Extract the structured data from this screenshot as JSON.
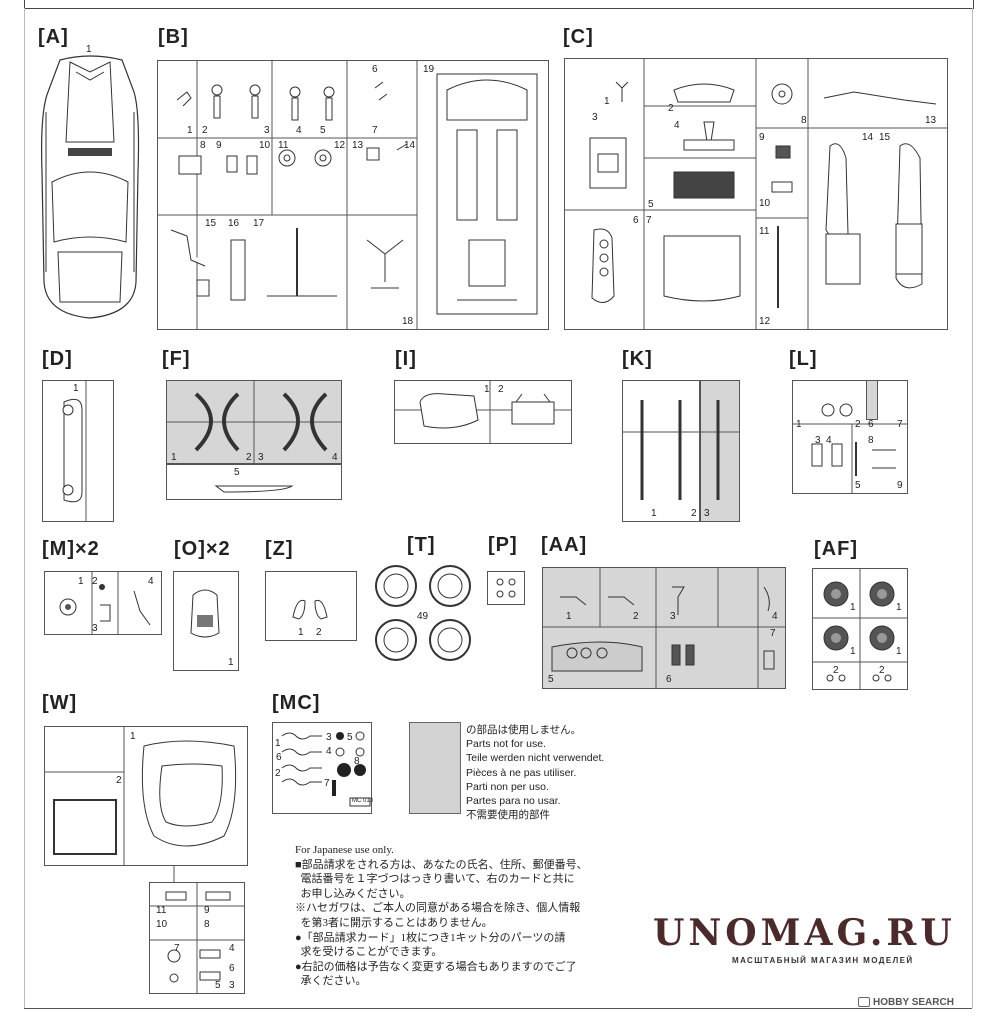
{
  "sections": {
    "A": {
      "label": "[A]",
      "parts": [
        "1"
      ]
    },
    "B": {
      "label": "[B]",
      "parts": [
        "1",
        "2",
        "3",
        "4",
        "5",
        "6",
        "7",
        "8",
        "9",
        "10",
        "11",
        "12",
        "13",
        "14",
        "15",
        "16",
        "17",
        "18",
        "19"
      ]
    },
    "C": {
      "label": "[C]",
      "parts": [
        "1",
        "2",
        "3",
        "4",
        "5",
        "6",
        "7",
        "8",
        "9",
        "10",
        "11",
        "12",
        "13",
        "14",
        "15"
      ]
    },
    "D": {
      "label": "[D]",
      "parts": [
        "1"
      ]
    },
    "F": {
      "label": "[F]",
      "parts": [
        "1",
        "2",
        "3",
        "4",
        "5"
      ]
    },
    "I": {
      "label": "[I]",
      "parts": [
        "1",
        "2"
      ]
    },
    "K": {
      "label": "[K]",
      "parts": [
        "1",
        "2",
        "3"
      ]
    },
    "L": {
      "label": "[L]",
      "parts": [
        "1",
        "2",
        "3",
        "4",
        "5",
        "6",
        "7",
        "8",
        "9"
      ]
    },
    "M": {
      "label": "[M]×2",
      "parts": [
        "1",
        "2",
        "3",
        "4"
      ]
    },
    "O": {
      "label": "[O]×2",
      "parts": [
        "1"
      ]
    },
    "Z": {
      "label": "[Z]",
      "parts": [
        "1",
        "2"
      ]
    },
    "T": {
      "label": "[T]",
      "parts": [
        "49"
      ]
    },
    "P": {
      "label": "[P]",
      "parts": []
    },
    "AA": {
      "label": "[AA]",
      "parts": [
        "1",
        "2",
        "3",
        "4",
        "5",
        "6",
        "7"
      ]
    },
    "AF": {
      "label": "[AF]",
      "parts": [
        "1",
        "1",
        "1",
        "1",
        "2",
        "2"
      ]
    },
    "W": {
      "label": "[W]",
      "parts": [
        "1",
        "2",
        "3",
        "4",
        "5",
        "6",
        "7",
        "8",
        "9",
        "10",
        "11"
      ]
    },
    "MC": {
      "label": "[MC]",
      "parts": [
        "1",
        "2",
        "3",
        "4",
        "5",
        "6",
        "7",
        "8"
      ],
      "code": "MC 010"
    }
  },
  "legend": {
    "lines": [
      "の部品は使用しません。",
      "Parts not for use.",
      "Teile werden nicht verwendet.",
      "Pièces à ne pas utiliser.",
      "Parti non per uso.",
      "Partes para no usar.",
      "不需要使用的部件"
    ]
  },
  "notes": {
    "lines": [
      "For Japanese use only.",
      "■部品請求をされる方は、あなたの氏名、住所、郵便番号、",
      "  電話番号を１字づつはっきり書いて、右のカードと共に",
      "  お申し込みください。",
      "※ハセガワは、ご本人の同意がある場合を除き、個人情報",
      "  を第3者に開示することはありません。",
      "●「部品請求カード」1枚につき1キット分のパーツの請",
      "  求を受けることができます。",
      "●右記の価格は予告なく変更する場合もありますのでご了",
      "  承ください。"
    ]
  },
  "brand": {
    "name": "UNOMAG.RU",
    "tagline": "МАСШТАБНЫЙ МАГАЗИН МОДЕЛЕЙ"
  },
  "watermark": "HOBBY SEARCH"
}
